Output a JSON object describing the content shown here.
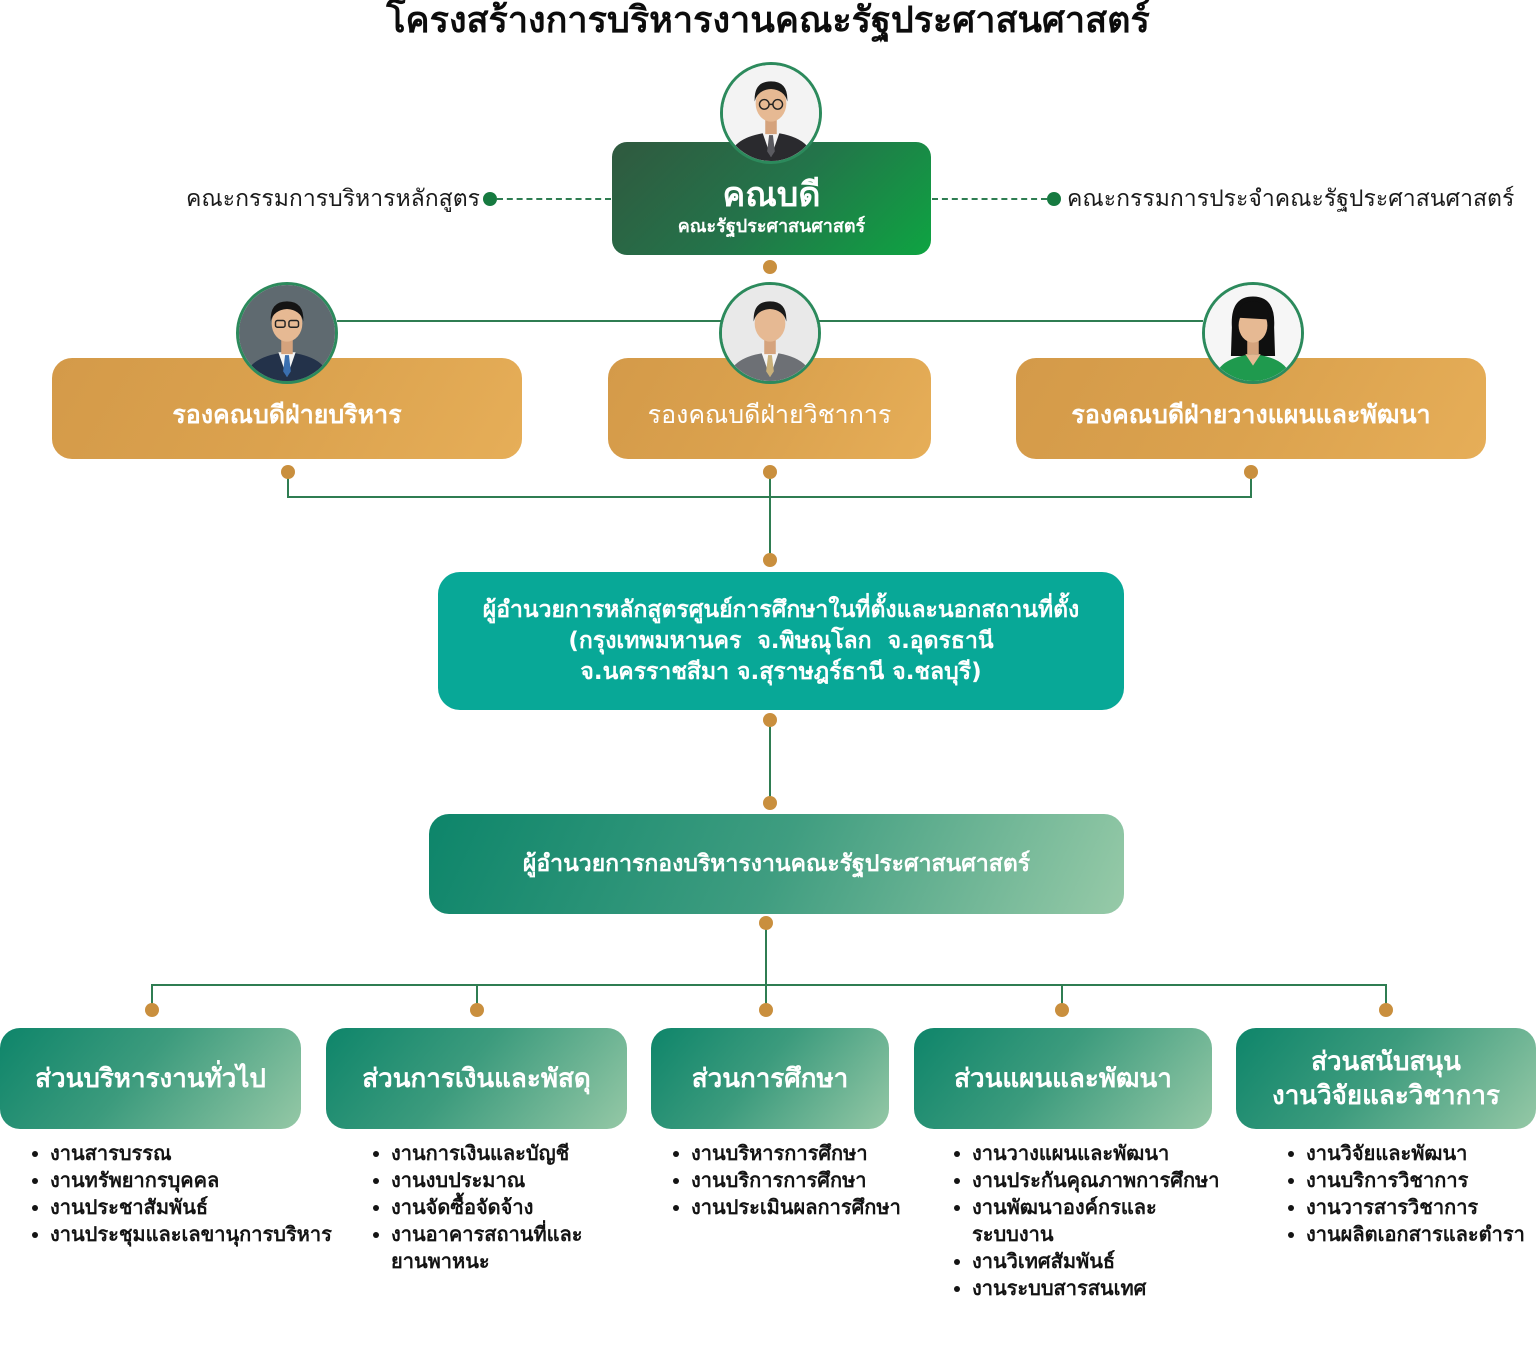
{
  "title": "โครงสร้างการบริหารงานคณะรัฐประศาสนศาสตร์",
  "dean": {
    "title": "คณบดี",
    "subtitle": "คณะรัฐประศาสนศาสตร์"
  },
  "committees": {
    "left": "คณะกรรมการบริหารหลักสูตร",
    "right": "คณะกรรมการประจำคณะรัฐประศาสนศาสตร์"
  },
  "vice_deans": [
    {
      "label": "รองคณบดีฝ่ายบริหาร"
    },
    {
      "label": "รองคณบดีฝ่ายวิชาการ"
    },
    {
      "label": "รองคณบดีฝ่ายวางแผนและพัฒนา"
    }
  ],
  "campus_director": {
    "lines": [
      "ผู้อำนวยการหลักสูตรศูนย์การศึกษาในที่ตั้งและนอกสถานที่ตั้ง",
      "(กรุงเทพมหานคร  จ.พิษณุโลก  จ.อุดรธานี",
      "จ.นครราชสีมา จ.สุราษฎร์ธานี จ.ชลบุรี)"
    ]
  },
  "division_director": {
    "label": "ผู้อำนวยการกองบริหารงานคณะรัฐประศาสนศาสตร์"
  },
  "divisions": [
    {
      "label": "ส่วนบริหารงานทั่วไป",
      "tasks": [
        "งานสารบรรณ",
        "งานทรัพยากรบุคคล",
        "งานประชาสัมพันธ์",
        "งานประชุมและเลขานุการบริหาร"
      ]
    },
    {
      "label": "ส่วนการเงินและพัสดุ",
      "tasks": [
        "งานการเงินและบัญชี",
        "งานงบประมาณ",
        "งานจัดซื้อจัดจ้าง",
        "งานอาคารสถานที่และ\nยานพาหนะ"
      ]
    },
    {
      "label": "ส่วนการศึกษา",
      "tasks": [
        "งานบริหารการศึกษา",
        "งานบริการการศึกษา",
        "งานประเมินผลการศึกษา"
      ]
    },
    {
      "label": "ส่วนแผนและพัฒนา",
      "tasks": [
        "งานวางแผนและพัฒนา",
        "งานประกันคุณภาพการศึกษา",
        "งานพัฒนาองค์กรและ\nระบบงาน",
        "งานวิเทศสัมพันธ์",
        "งานระบบสารสนเทศ"
      ]
    },
    {
      "label": "ส่วนสนับสนุน\nงานวิจัยและวิชาการ",
      "tasks": [
        "งานวิจัยและพัฒนา",
        "งานบริการวิชาการ",
        "งานวารสารวิชาการ",
        "งานผลิตเอกสารและตำรา"
      ]
    }
  ],
  "colors": {
    "dean_green": "#23744a",
    "vice_dean_gold": "#dba24e",
    "campus_teal": "#08a897",
    "connector": "#2f7d52",
    "connector_dot": "#c98f3e"
  }
}
